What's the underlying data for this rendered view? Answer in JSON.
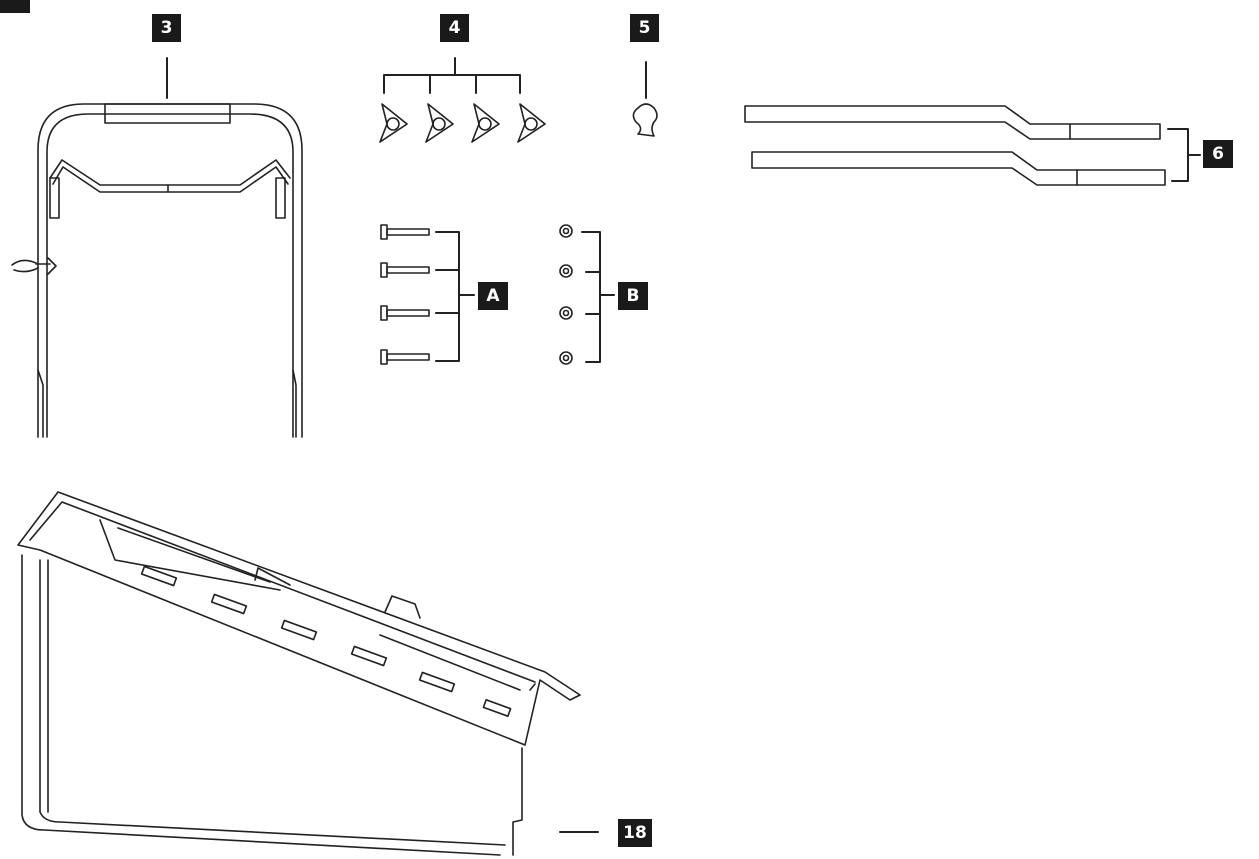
{
  "labels": {
    "handle_upper": "3",
    "knobs": "4",
    "clip": "5",
    "handle_bars": "6",
    "bolts": "A",
    "washers": "B",
    "grass_bag": "18"
  }
}
